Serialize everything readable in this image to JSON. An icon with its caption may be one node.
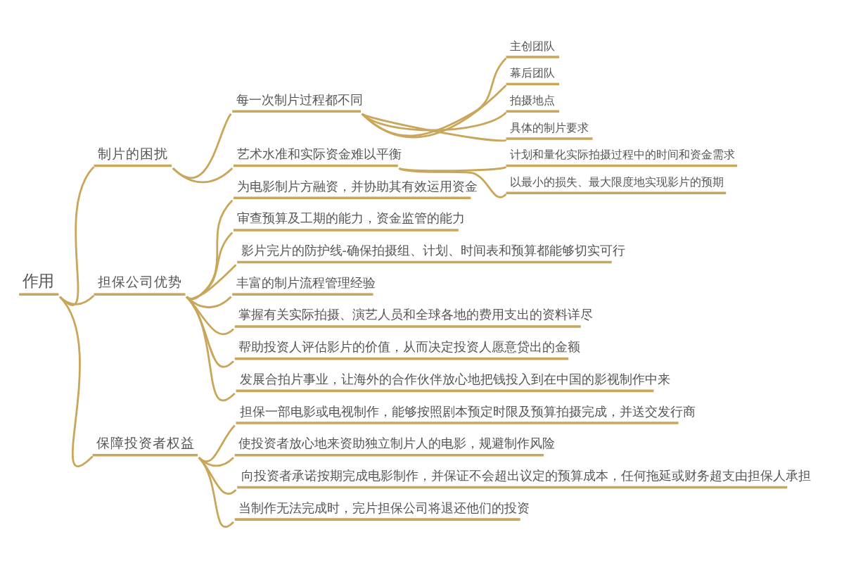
{
  "diagram": {
    "nodes": [
      {
        "text": [
          "作用"
        ]
      },
      {
        "text": [
          "制片的困扰"
        ]
      },
      {
        "text": [
          "每一次制片过程都不同"
        ]
      },
      {
        "text": [
          "主创团队"
        ]
      },
      {
        "text": [
          "幕后团队"
        ]
      },
      {
        "text": [
          "拍摄地点"
        ]
      },
      {
        "text": [
          "具体的制片要求"
        ]
      },
      {
        "text": [
          "艺术水准和实际资金难以平衡"
        ]
      },
      {
        "text": [
          "计划和量化实际拍摄过程中的时间和资金需求"
        ]
      },
      {
        "text": [
          "以最小的损失、最大限度地实现影片的预期"
        ]
      },
      {
        "text": [
          "担保公司优势"
        ]
      },
      {
        "text": [
          "为电影制片方融资，并协助其有效运用资金"
        ]
      },
      {
        "text": [
          "审查预算及工期的能力，资金监管的能力"
        ]
      },
      {
        "text": [
          "影片完片的防护线-确保拍摄组、计划、时间表和预算都能够切实可行"
        ]
      },
      {
        "text": [
          "丰富的制片流程管理经验"
        ]
      },
      {
        "text": [
          "掌握有关实际拍摄、演艺人员和全球各地的费用支出的资料详尽"
        ]
      },
      {
        "text": [
          "帮助投资人评估影片的价值，从而决定投资人愿意贷出的金额"
        ]
      },
      {
        "text": [
          "发展合拍片事业，让海外的合作伙伴放心地把钱投入到在中国的影视制作中来"
        ]
      },
      {
        "text": [
          "保障投资者权益"
        ]
      },
      {
        "text": [
          "担保一部电影或电视制作，能够按照剧本预定时限及预算拍摄完成，并送交发行商"
        ]
      },
      {
        "text": [
          "使投资者放心地来资助独立制片人的电影，规避制作风险"
        ]
      },
      {
        "text": [
          "向投资者承诺按期完成电影制作，并保证不会超出议定的预算成本，任何拖延或财务超支由担保人承担"
        ]
      },
      {
        "text": [
          "当制作无法完成时，完片担保公司将退还他们的投资"
        ]
      }
    ],
    "edges": [
      {
        "from": 0,
        "to": 1,
        "arrow": "none"
      },
      {
        "from": 1,
        "to": 2,
        "arrow": "none"
      },
      {
        "from": 2,
        "to": 3,
        "arrow": "none"
      },
      {
        "from": 2,
        "to": 4,
        "arrow": "none"
      },
      {
        "from": 2,
        "to": 5,
        "arrow": "none"
      },
      {
        "from": 2,
        "to": 6,
        "arrow": "none"
      },
      {
        "from": 1,
        "to": 7,
        "arrow": "none"
      },
      {
        "from": 7,
        "to": 8,
        "arrow": "none"
      },
      {
        "from": 7,
        "to": 9,
        "arrow": "none"
      },
      {
        "from": 0,
        "to": 10,
        "arrow": "none"
      },
      {
        "from": 10,
        "to": 11,
        "arrow": "none"
      },
      {
        "from": 10,
        "to": 12,
        "arrow": "none"
      },
      {
        "from": 10,
        "to": 13,
        "arrow": "none"
      },
      {
        "from": 10,
        "to": 14,
        "arrow": "none"
      },
      {
        "from": 10,
        "to": 15,
        "arrow": "none"
      },
      {
        "from": 10,
        "to": 16,
        "arrow": "none"
      },
      {
        "from": 10,
        "to": 17,
        "arrow": "none"
      },
      {
        "from": 0,
        "to": 18,
        "arrow": "none"
      },
      {
        "from": 18,
        "to": 19,
        "arrow": "none"
      },
      {
        "from": 18,
        "to": 20,
        "arrow": "none"
      },
      {
        "from": 18,
        "to": 21,
        "arrow": "none"
      },
      {
        "from": 18,
        "to": 22,
        "arrow": "none"
      }
    ]
  }
}
